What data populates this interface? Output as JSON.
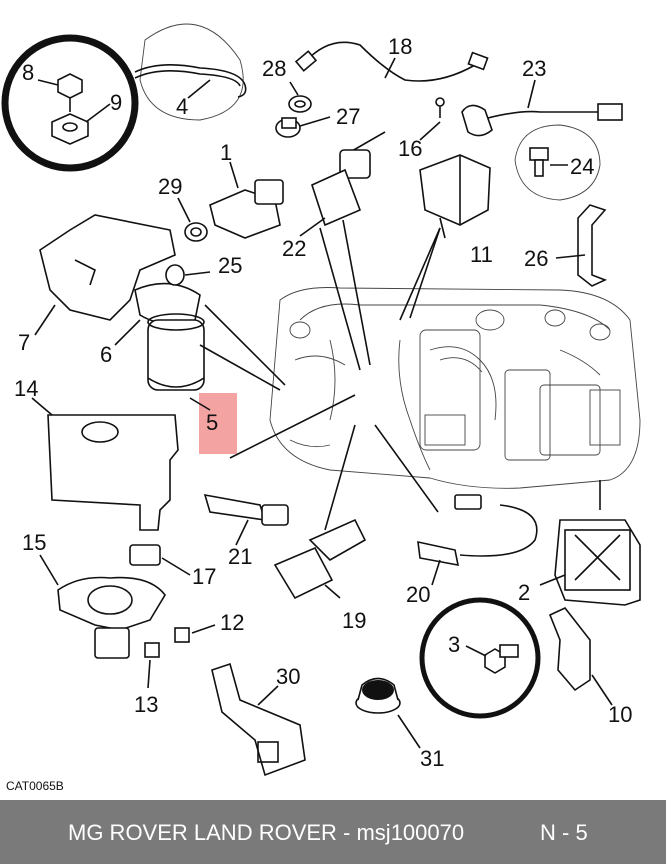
{
  "diagram": {
    "catalog_code": "CAT0065B",
    "highlight_color": "#f4a3a3",
    "highlighted_part": "5",
    "callouts": {
      "c1": "1",
      "c2": "2",
      "c3": "3",
      "c4": "4",
      "c5": "5",
      "c6": "6",
      "c7": "7",
      "c8": "8",
      "c9": "9",
      "c11": "11",
      "c12": "12",
      "c13": "13",
      "c14": "14",
      "c15": "15",
      "c16": "16",
      "c17": "17",
      "c18": "18",
      "c19": "19",
      "c20": "20",
      "c21": "21",
      "c22": "22",
      "c23": "23",
      "c24": "24",
      "c25": "25",
      "c26": "26",
      "c27": "27",
      "c28": "28",
      "c29": "29",
      "c30": "30",
      "c31": "31",
      "c10": "10"
    }
  },
  "footer": {
    "title": "MG ROVER LAND ROVER - msj100070",
    "page": "N - 5",
    "background": "#7a7a7a"
  }
}
